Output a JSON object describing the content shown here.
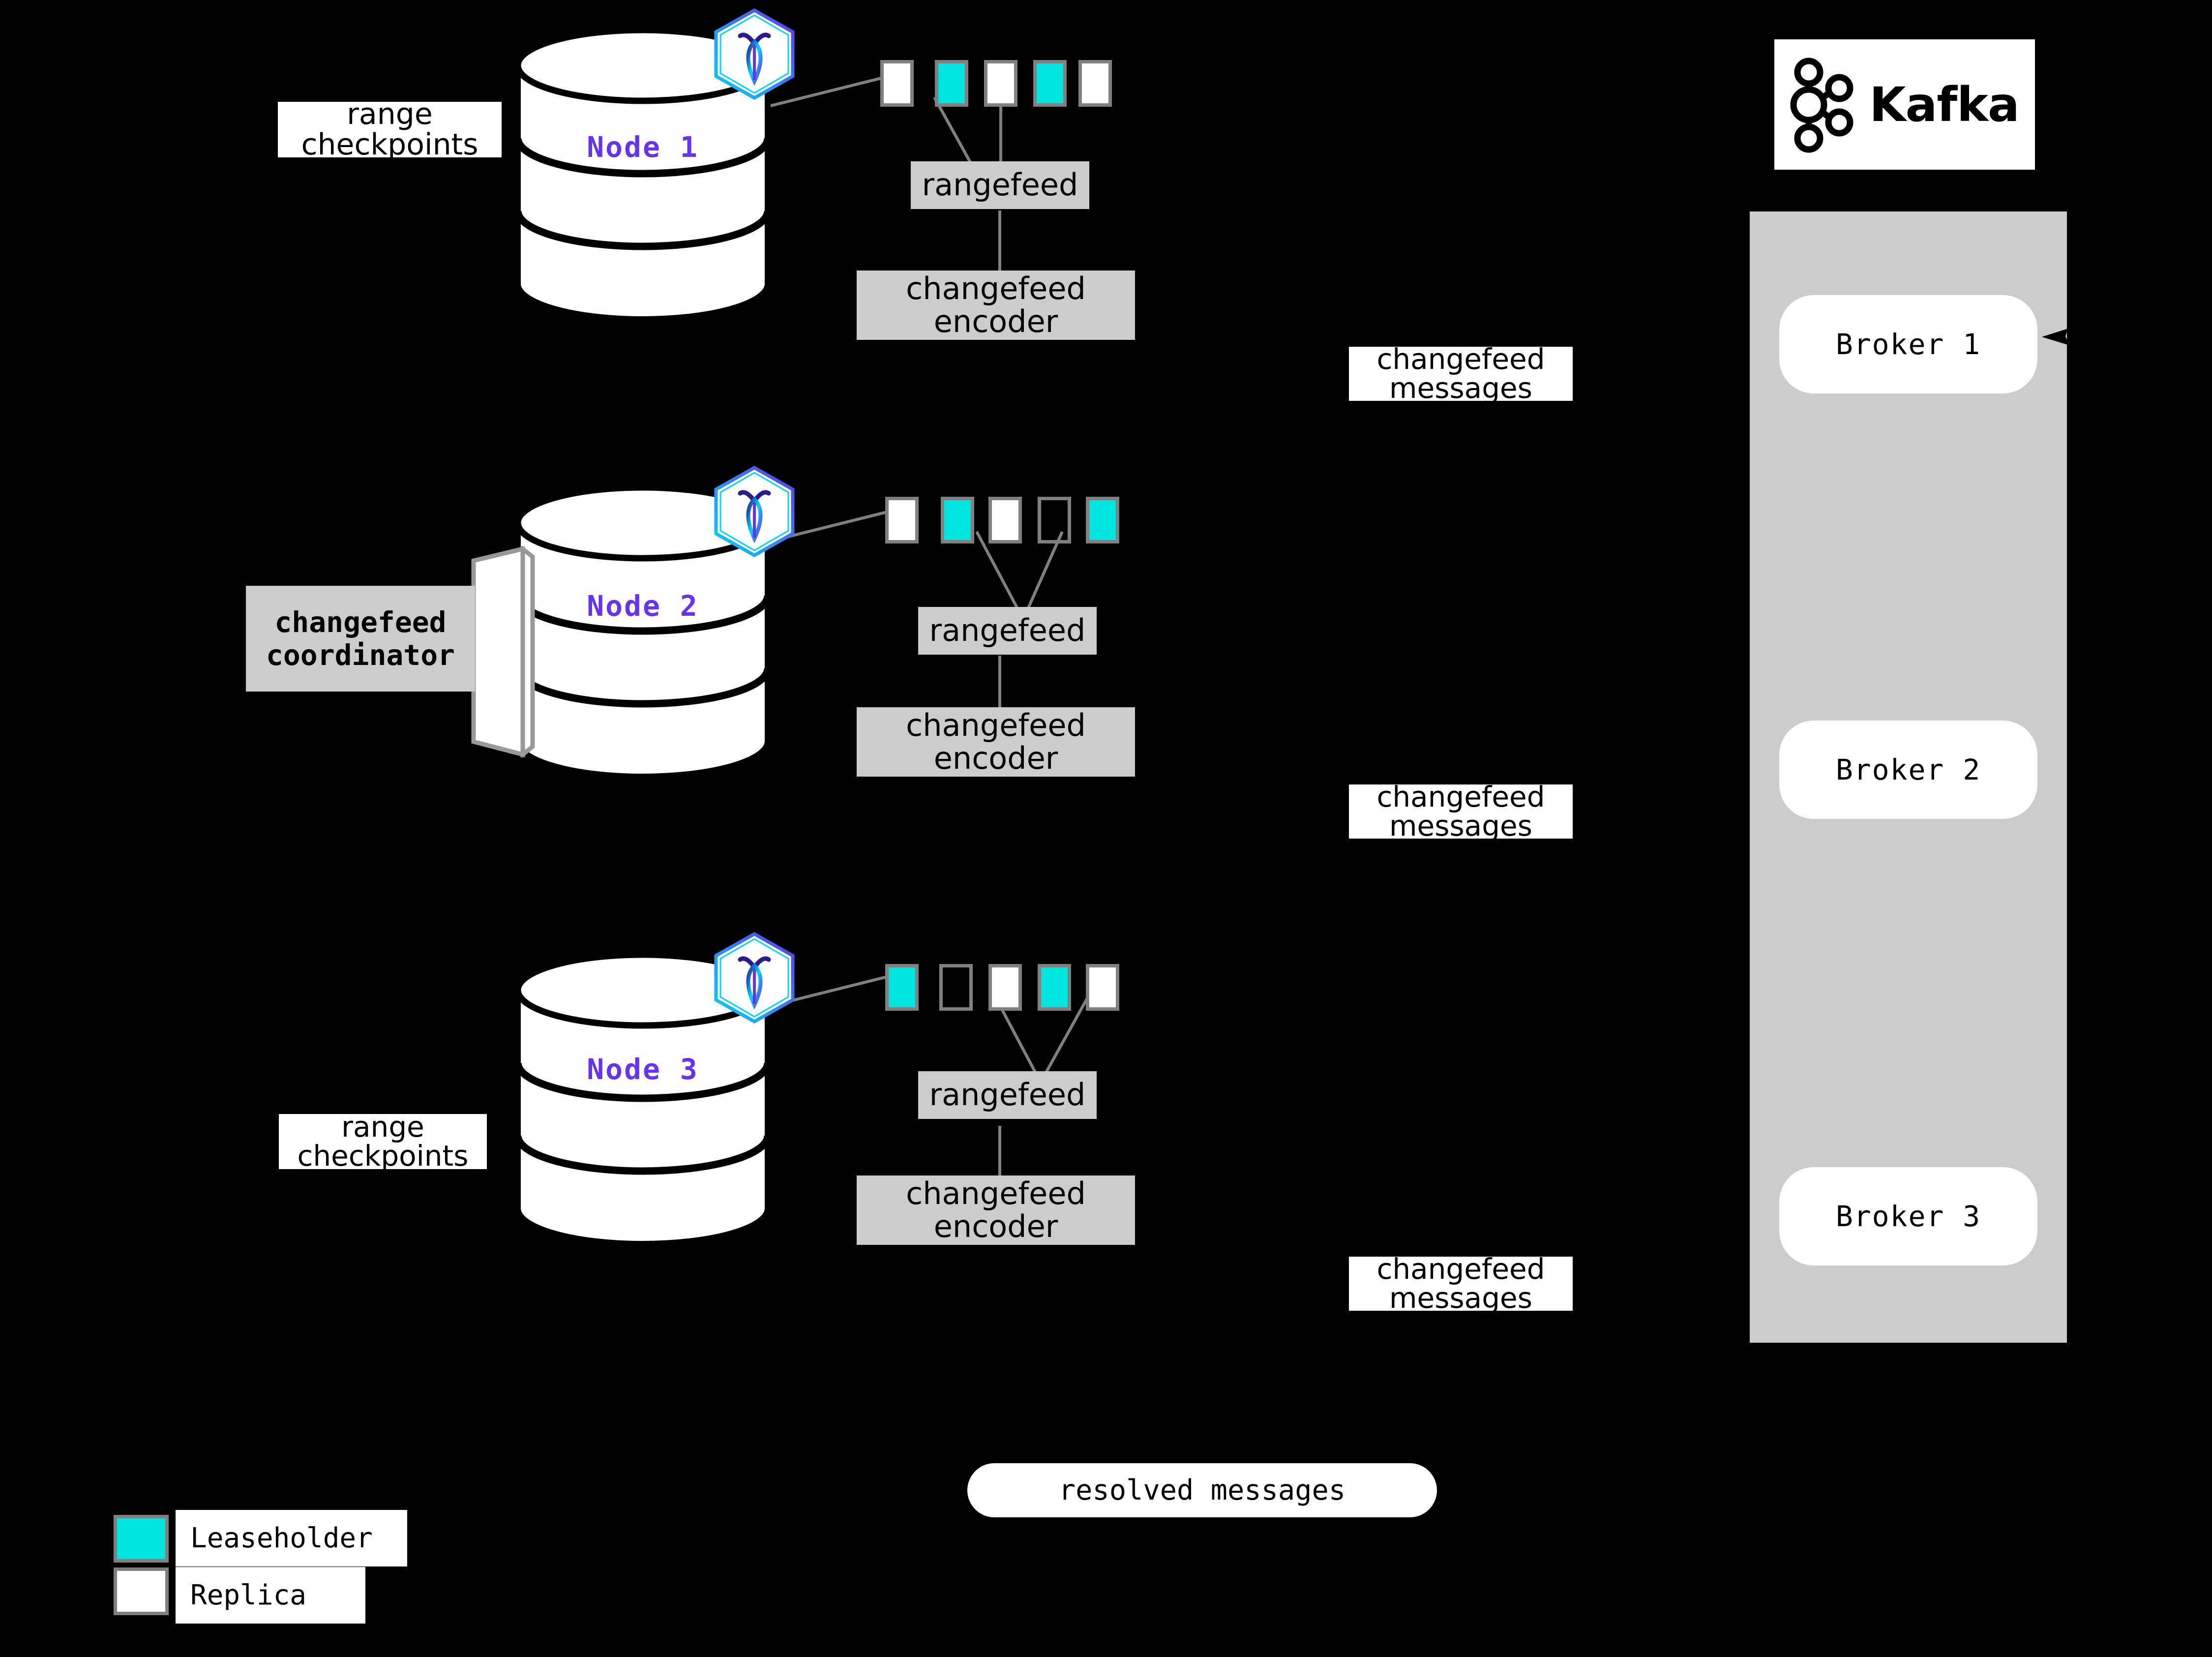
{
  "diagram": {
    "title": "CockroachDB changefeed to Kafka architecture",
    "background": "#000000",
    "colors": {
      "leaseholder": "#00e5e0",
      "replica": "#ffffff",
      "range_border": "#808080",
      "process_box": "#cccccc",
      "node_label": "#6633ee",
      "panel": "#cccccc"
    }
  },
  "nodes": [
    {
      "label": "Node 1",
      "logo": "cockroachdb-hex-logo",
      "checkpoint_label": "range\ncheckpoints",
      "checkpoint_line1": "range",
      "checkpoint_line2": "checkpoints",
      "has_checkpoint_label": true,
      "ranges": [
        "replica",
        "leaseholder",
        "replica",
        "leaseholder",
        "replica"
      ],
      "rangefeed_label": "rangefeed",
      "encoder_line1": "changefeed",
      "encoder_line2": "encoder",
      "messages_line1": "changefeed",
      "messages_line2": "messages"
    },
    {
      "label": "Node 2",
      "logo": "cockroachdb-hex-logo",
      "checkpoint_label": "",
      "has_checkpoint_label": false,
      "coordinator_line1": "changefeed",
      "coordinator_line2": "coordinator",
      "ranges": [
        "replica",
        "leaseholder",
        "replica",
        "empty",
        "leaseholder"
      ],
      "rangefeed_label": "rangefeed",
      "encoder_line1": "changefeed",
      "encoder_line2": "encoder",
      "messages_line1": "changefeed",
      "messages_line2": "messages"
    },
    {
      "label": "Node 3",
      "logo": "cockroachdb-hex-logo",
      "checkpoint_line1": "range",
      "checkpoint_line2": "checkpoints",
      "has_checkpoint_label": true,
      "ranges": [
        "leaseholder",
        "empty",
        "replica",
        "leaseholder",
        "replica"
      ],
      "rangefeed_label": "rangefeed",
      "encoder_line1": "changefeed",
      "encoder_line2": "encoder",
      "messages_line1": "changefeed",
      "messages_line2": "messages"
    }
  ],
  "kafka": {
    "wordmark": "Kafka",
    "logo": "kafka-node-graph-logo",
    "brokers": [
      {
        "label": "Broker 1"
      },
      {
        "label": "Broker 2"
      },
      {
        "label": "Broker 3"
      }
    ]
  },
  "resolved": {
    "label": "resolved messages"
  },
  "legend": {
    "items": [
      {
        "swatch": "leaseholder",
        "label": "Leaseholder",
        "color": "#00e5e0"
      },
      {
        "swatch": "replica",
        "label": "Replica",
        "color": "#ffffff"
      }
    ]
  }
}
